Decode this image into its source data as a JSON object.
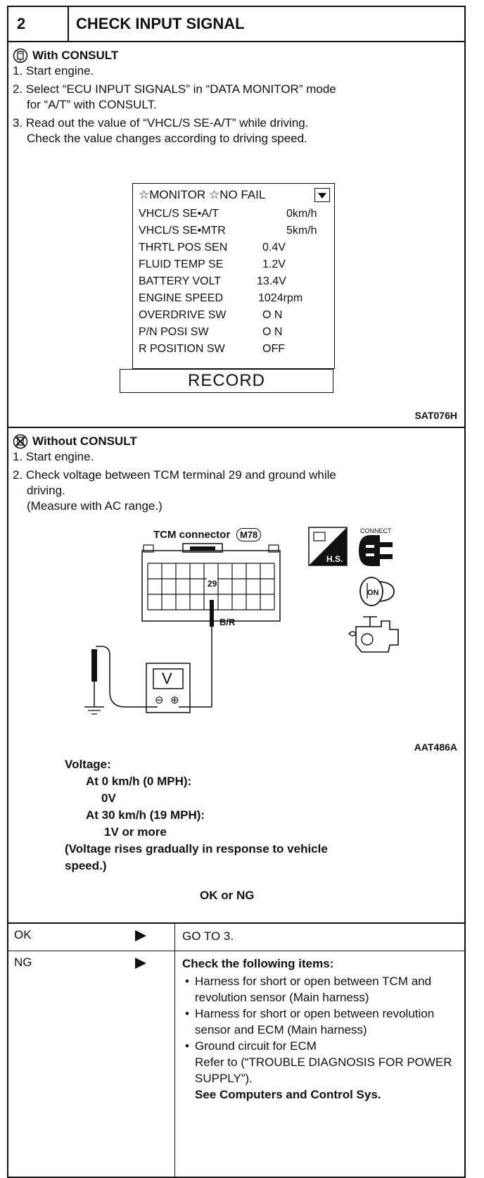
{
  "header": {
    "step_number": "2",
    "title": "CHECK INPUT SIGNAL"
  },
  "with_consult": {
    "heading": "With CONSULT",
    "steps": [
      "1. Start engine.",
      "2. Select “ECU INPUT SIGNALS” in “DATA MONITOR” mode",
      "for “A/T” with CONSULT.",
      "3. Read out the value of “VHCL/S SE-A/T” while driving.",
      "Check the value changes according to driving speed."
    ],
    "monitor": {
      "header": "☆MONITOR  ☆NO FAIL",
      "rows": [
        {
          "name": "VHCL/S SE•A/T",
          "value": "0km/h"
        },
        {
          "name": "VHCL/S SE•MTR",
          "value": "5km/h"
        },
        {
          "name": "THRTL POS SEN",
          "value": "0.4V"
        },
        {
          "name": "FLUID TEMP SE",
          "value": "1.2V"
        },
        {
          "name": "BATTERY VOLT",
          "value": "13.4V"
        },
        {
          "name": "ENGINE SPEED",
          "value": "1024rpm"
        },
        {
          "name": "OVERDRIVE SW",
          "value": "O N"
        },
        {
          "name": "P/N POSI SW",
          "value": "O N"
        },
        {
          "name": "R POSITION SW",
          "value": "OFF"
        }
      ],
      "record_button": "RECORD"
    },
    "figure_code": "SAT076H"
  },
  "without_consult": {
    "heading": "Without CONSULT",
    "steps": [
      "1. Start engine.",
      "2. Check voltage between TCM terminal 29 and ground while",
      "driving.",
      "(Measure with AC range.)"
    ],
    "diagram": {
      "connector_label": "TCM connector",
      "connector_id": "M78",
      "terminal": "29",
      "wire_color": "B/R",
      "meter_symbol": "V",
      "neg": "⊖",
      "pos": "⊕",
      "hs_label": "H.S.",
      "connect_label": "CONNECT",
      "on_label": "ON"
    },
    "figure_code": "AAT486A",
    "spec": {
      "label": "Voltage:",
      "at0_label": "At 0 km/h (0 MPH):",
      "at0_value": "0V",
      "at30_label": "At 30 km/h (19 MPH):",
      "at30_value": "1V or more",
      "note1": "(Voltage rises gradually in response to vehicle",
      "note2": "speed.)"
    },
    "result_prompt": "OK or NG"
  },
  "results": {
    "ok": {
      "label": "OK",
      "action": "GO TO 3."
    },
    "ng": {
      "label": "NG",
      "heading": "Check the following items:",
      "items": [
        "Harness for short or open between TCM and revolution sensor (Main harness)",
        "Harness for short or open between revolution sensor and ECM (Main harness)",
        "Ground circuit for ECM"
      ],
      "refer": "Refer to (“TROUBLE  DIAGNOSIS FOR POWER SUPPLY”).",
      "see": "See Computers and Control Sys."
    }
  }
}
